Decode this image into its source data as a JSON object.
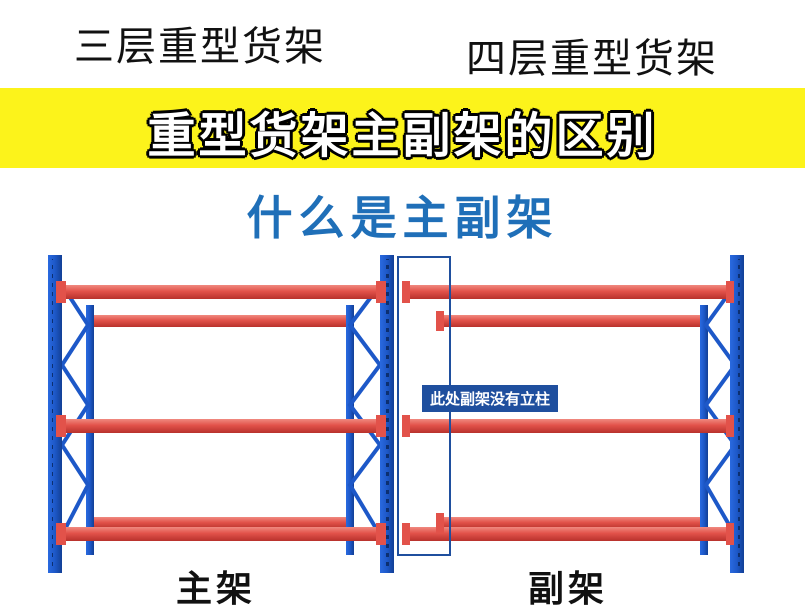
{
  "header": {
    "left_title": "三层重型货架",
    "right_title": "四层重型货架"
  },
  "banner": {
    "title": "重型货架主副架的区别"
  },
  "section": {
    "heading": "什么是主副架"
  },
  "diagram": {
    "callout": "此处副架没有立柱",
    "main_rack_label": "主架",
    "sub_rack_label": "副架"
  },
  "colors": {
    "banner_yellow": "#fcf31b",
    "heading_blue": "#1f6fb8",
    "upright_blue": "#1d58c8",
    "beam_red": "#e2524a",
    "callout_bg": "#1f4f9e"
  }
}
